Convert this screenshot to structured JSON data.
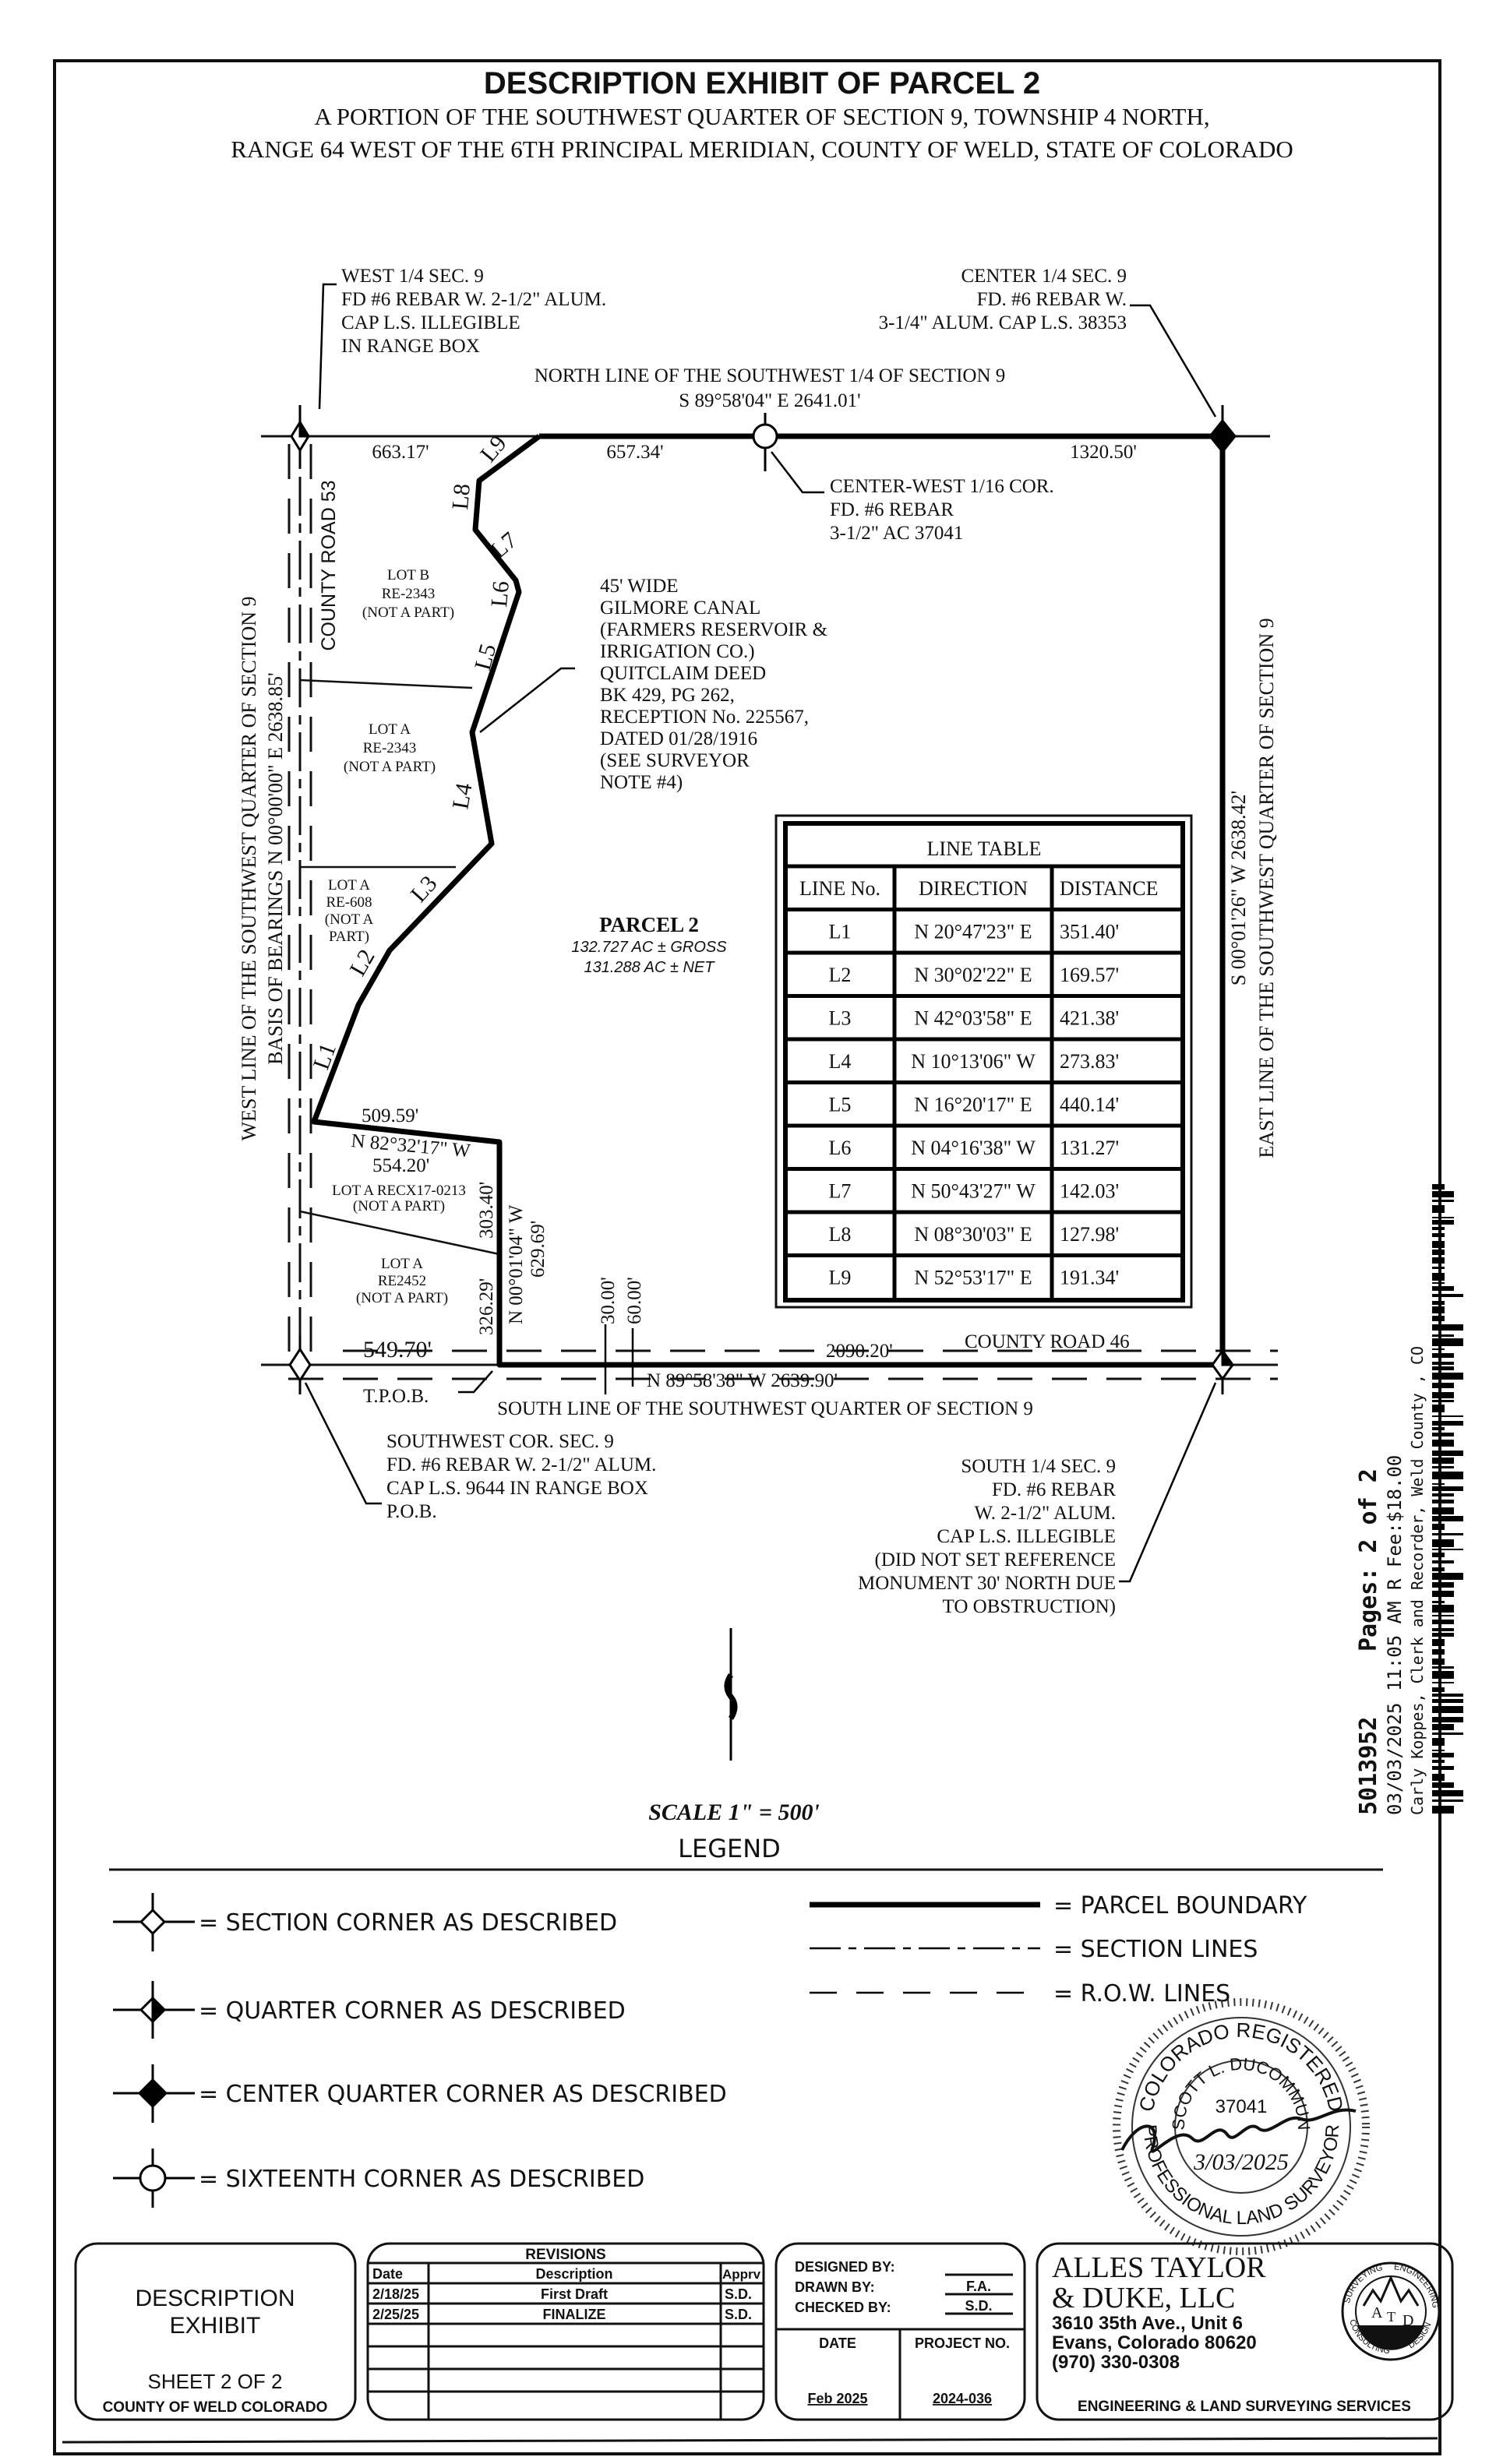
{
  "header": {
    "title": "DESCRIPTION EXHIBIT OF PARCEL 2",
    "subtitle_1": "A PORTION OF THE SOUTHWEST QUARTER OF SECTION 9, TOWNSHIP 4 NORTH,",
    "subtitle_2": "RANGE 64 WEST OF THE 6TH PRINCIPAL MERIDIAN, COUNTY OF WELD, STATE OF COLORADO"
  },
  "map": {
    "west_quarter": [
      "WEST 1/4 SEC. 9",
      "FD #6 REBAR W. 2-1/2\" ALUM.",
      "CAP L.S. ILLEGIBLE",
      "IN RANGE BOX"
    ],
    "center_quarter": [
      "CENTER 1/4 SEC. 9",
      "FD. #6 REBAR W.",
      "3-1/4\" ALUM. CAP L.S. 38353"
    ],
    "north_line": [
      "NORTH LINE OF THE SOUTHWEST 1/4 OF SECTION 9",
      "S 89°58'04\" E 2641.01'"
    ],
    "north_dims": [
      "663.17'",
      "657.34'",
      "1320.50'"
    ],
    "center_west_16": [
      "CENTER-WEST 1/16 COR.",
      "FD. #6 REBAR",
      "3-1/2\" AC 37041"
    ],
    "county_road_53": "COUNTY ROAD 53",
    "county_road_46": "COUNTY ROAD 46",
    "lot_b": [
      "LOT B",
      "RE-2343",
      "(NOT A PART)"
    ],
    "lot_a_2343": [
      "LOT A",
      "RE-2343",
      "(NOT A PART)"
    ],
    "lot_a_608": [
      "LOT A",
      "RE-608",
      "(NOT A",
      "PART)"
    ],
    "lot_a_recx": [
      "LOT A RECX17-0213",
      "(NOT A PART)"
    ],
    "lot_a_2452": [
      "LOT A",
      "RE2452",
      "(NOT A PART)"
    ],
    "canal": [
      "45' WIDE",
      "GILMORE CANAL",
      "(FARMERS RESERVOIR &",
      "IRRIGATION CO.)",
      "QUITCLAIM DEED",
      "BK 429, PG 262,",
      "RECEPTION No. 225567,",
      "DATED 01/28/1916",
      "(SEE SURVEYOR",
      "NOTE #4)"
    ],
    "parcel": {
      "name": "PARCEL 2",
      "gross": "132.727 AC ± GROSS",
      "net": "131.288 AC ± NET"
    },
    "west_line": [
      "WEST LINE OF THE SOUTHWEST QUARTER OF SECTION 9",
      "BASIS OF BEARINGS  N 00°00'00\" E 2638.85'"
    ],
    "east_line": [
      "S 00°01'26\" W 2638.42'",
      "EAST LINE OF THE SOUTHWEST QUARTER OF SECTION 9"
    ],
    "segment_labels": [
      "L1",
      "L2",
      "L3",
      "L4",
      "L5",
      "L6",
      "L7",
      "L8",
      "L9"
    ],
    "dim_509": "509.59'",
    "bearing_82": "N 82°32'17\" W",
    "dim_554": "554.20'",
    "dim_303": "303.40'",
    "bearing_00": "N 00°01'04\" W",
    "dim_629": "629.69'",
    "dim_326": "326.29'",
    "dim_30": "30.00'",
    "dim_60": "60.00'",
    "dim_549": "549.70'",
    "dim_2090": "2090.20'",
    "south_bearing": "N 89°58'38\" W 2639.90'",
    "tpob": "T.P.O.B.",
    "south_line": "SOUTH LINE OF THE SOUTHWEST QUARTER OF SECTION 9",
    "southwest_corner": [
      "SOUTHWEST COR. SEC. 9",
      "FD. #6 REBAR W. 2-1/2\" ALUM.",
      "CAP L.S. 9644 IN RANGE BOX",
      "P.O.B."
    ],
    "south_quarter": [
      "SOUTH 1/4 SEC. 9",
      "FD. #6 REBAR",
      "W. 2-1/2\" ALUM.",
      "CAP L.S. ILLEGIBLE",
      "(DID NOT SET REFERENCE",
      "MONUMENT 30' NORTH DUE",
      "TO OBSTRUCTION)"
    ],
    "scale": "SCALE 1\" = 500'"
  },
  "line_table": {
    "title": "LINE TABLE",
    "headers": [
      "LINE No.",
      "DIRECTION",
      "DISTANCE"
    ],
    "rows": [
      [
        "L1",
        "N 20°47'23\" E",
        "351.40'"
      ],
      [
        "L2",
        "N 30°02'22\" E",
        "169.57'"
      ],
      [
        "L3",
        "N 42°03'58\" E",
        "421.38'"
      ],
      [
        "L4",
        "N 10°13'06\" W",
        "273.83'"
      ],
      [
        "L5",
        "N 16°20'17\" E",
        "440.14'"
      ],
      [
        "L6",
        "N 04°16'38\" W",
        "131.27'"
      ],
      [
        "L7",
        "N 50°43'27\" W",
        "142.03'"
      ],
      [
        "L8",
        "N 08°30'03\" E",
        "127.98'"
      ],
      [
        "L9",
        "N 52°53'17\" E",
        "191.34'"
      ]
    ]
  },
  "legend": {
    "title": "LEGEND",
    "symbols": [
      {
        "icon": "section-corner-icon",
        "label": "= SECTION CORNER AS DESCRIBED"
      },
      {
        "icon": "quarter-corner-icon",
        "label": "= QUARTER CORNER AS DESCRIBED"
      },
      {
        "icon": "center-quarter-corner-icon",
        "label": "= CENTER QUARTER CORNER AS DESCRIBED"
      },
      {
        "icon": "sixteenth-corner-icon",
        "label": "= SIXTEENTH CORNER AS DESCRIBED"
      }
    ],
    "lines": [
      {
        "style": "solid-heavy",
        "label": "= PARCEL BOUNDARY"
      },
      {
        "style": "dash-dot",
        "label": "= SECTION LINES"
      },
      {
        "style": "dashed",
        "label": "= R.O.W. LINES"
      }
    ]
  },
  "seal": {
    "text_top": "COLORADO REGISTERED",
    "name": "SCOTT L. DUCOMMUN",
    "number": "37041",
    "text_bottom": "PROFESSIONAL LAND SURVEYOR",
    "date": "3/03/2025"
  },
  "recording": {
    "number": "5013952",
    "pages": "Pages: 2 of 2",
    "line2": "03/03/2025 11:05 AM  R Fee:$18.00",
    "line3": "Carly Koppes, Clerk and Recorder, Weld County , CO"
  },
  "title_block": {
    "sheet_title": [
      "DESCRIPTION",
      "EXHIBIT"
    ],
    "sheet": "SHEET 2 OF 2",
    "county": "COUNTY OF WELD COLORADO",
    "revisions_title": "REVISIONS",
    "revision_headers": [
      "Date",
      "Description",
      "Apprv"
    ],
    "revisions": [
      [
        "2/18/25",
        "First Draft",
        "S.D."
      ],
      [
        "2/25/25",
        "FINALIZE",
        "S.D."
      ]
    ],
    "designed_by_label": "DESIGNED BY:",
    "designed_by": "",
    "drawn_by_label": "DRAWN BY:",
    "drawn_by": "F.A.",
    "checked_by_label": "CHECKED BY:",
    "checked_by": "S.D.",
    "date_label": "DATE",
    "date": "Feb 2025",
    "project_label": "PROJECT NO.",
    "project": "2024-036",
    "company": [
      "ALLES TAYLOR",
      "& DUKE, LLC"
    ],
    "address": [
      "3610 35th Ave., Unit 6",
      "Evans, Colorado 80620",
      "(970) 330-0308"
    ],
    "logo_ring": [
      "SURVEYING",
      "ENGINEERING",
      "CONSULTING",
      "DESIGN"
    ],
    "logo_letters": [
      "A",
      "T",
      "D"
    ],
    "services": "ENGINEERING & LAND SURVEYING SERVICES"
  }
}
